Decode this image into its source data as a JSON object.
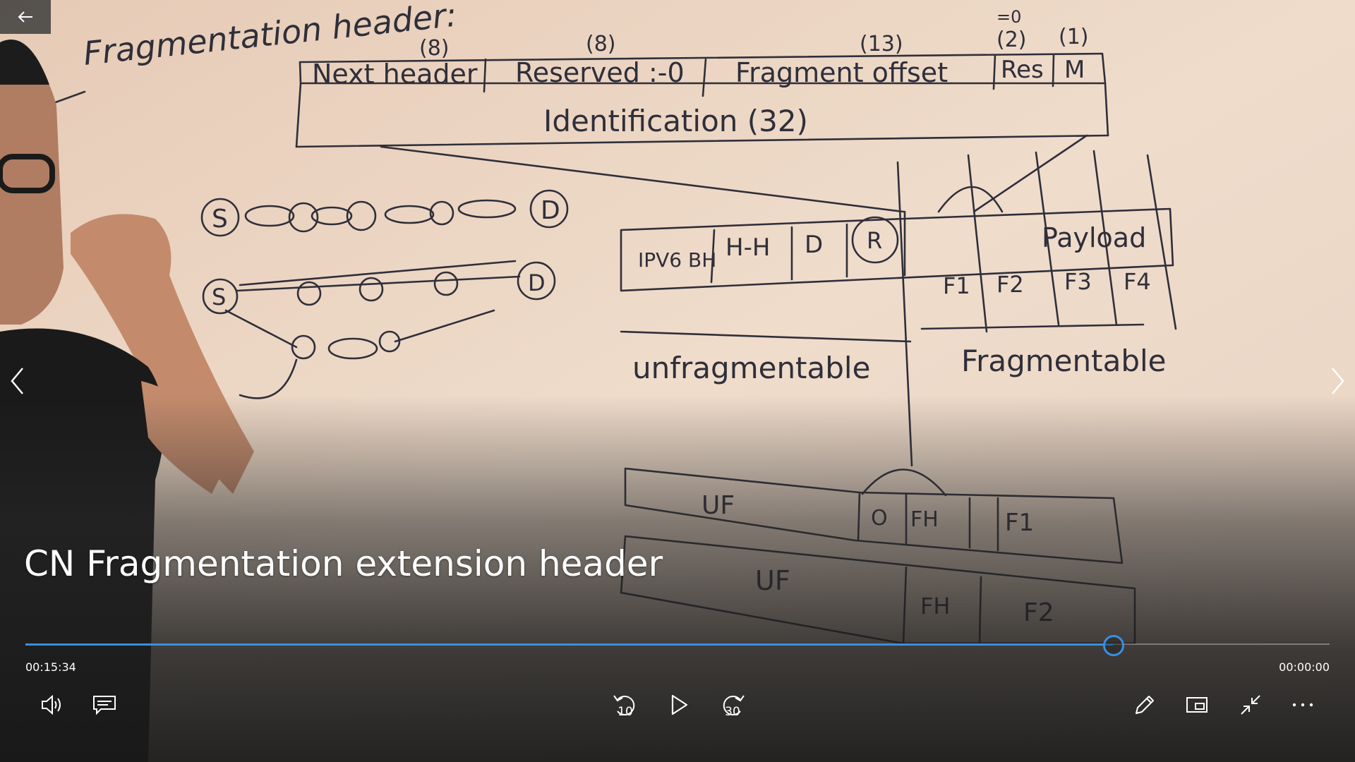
{
  "video": {
    "title": "CN Fragmentation extension header",
    "elapsed": "00:15:34",
    "remaining": "00:00:00",
    "progress": 0.834
  },
  "whiteboard": {
    "heading": "Fragmentation header:",
    "header_fields": [
      "Next header",
      "Reserved :-0",
      "Fragment offset",
      "Res",
      "M"
    ],
    "bit_sizes": [
      "(8)",
      "(8)",
      "(13)",
      "(2)",
      "(1)"
    ],
    "res_value": "=0",
    "identification": "Identification (32)",
    "packet_cells": [
      "IPV6 BH",
      "H-H",
      "D",
      "R"
    ],
    "payload": "Payload",
    "fragments": [
      "F1",
      "F2",
      "F3",
      "F4"
    ],
    "unfragmentable": "unfragmentable",
    "fragmentable": "Fragmentable",
    "nodes": [
      "S",
      "D",
      "S",
      "D"
    ],
    "uf": "UF",
    "fh": "FH",
    "f1": "F1",
    "f2": "F2",
    "zero": "O"
  },
  "controls": {
    "skip_back": "10",
    "skip_forward": "30",
    "volume_icon": "volume-icon",
    "captions_icon": "captions-icon",
    "play_icon": "play-icon",
    "pen_icon": "pen-icon",
    "miniview_icon": "miniview-icon",
    "exit_fullscreen_icon": "exit-fullscreen-icon",
    "more_icon": "more-icon"
  },
  "colors": {
    "accent": "#3a8fe0",
    "board": "#ecd9c8"
  }
}
